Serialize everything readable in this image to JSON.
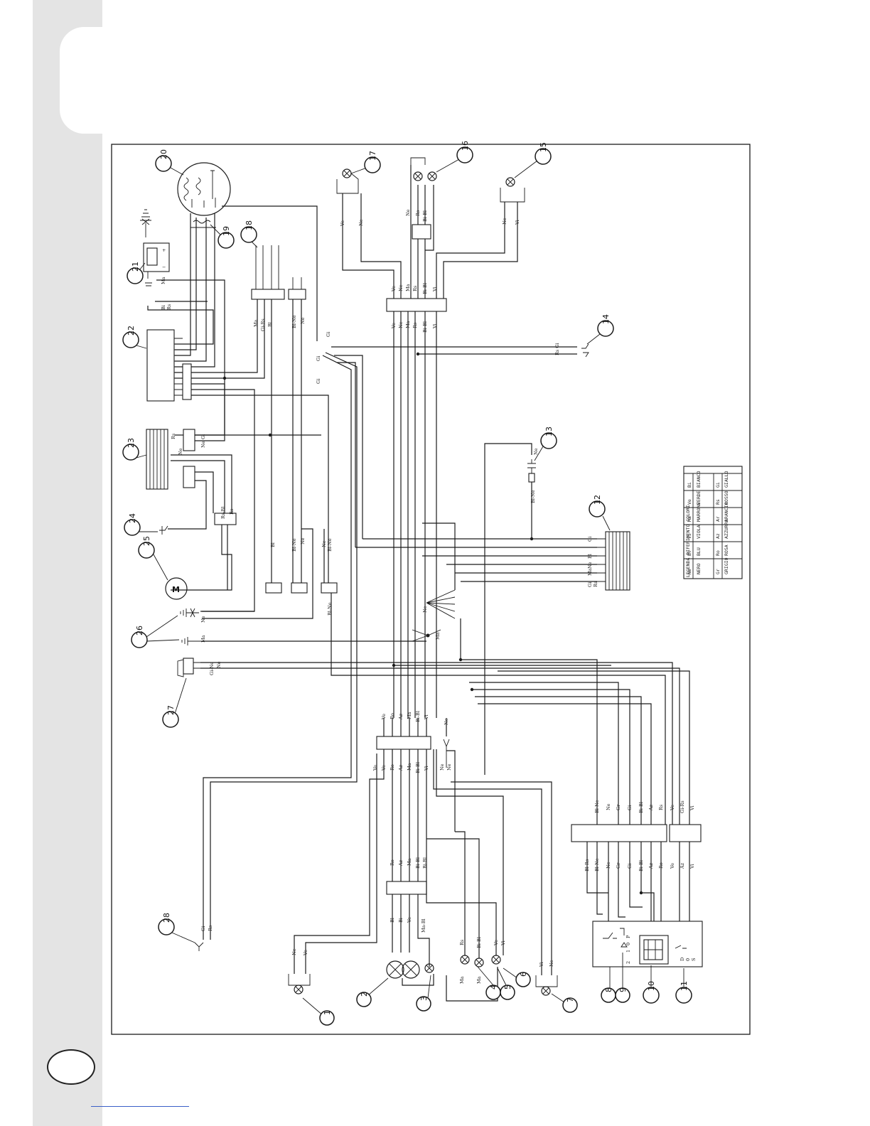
{
  "components": [
    "1",
    "2",
    "3",
    "4",
    "5",
    "6",
    "7",
    "8",
    "9",
    "10",
    "11",
    "12",
    "13",
    "14",
    "15",
    "16",
    "17",
    "18",
    "19",
    "20",
    "21",
    "22",
    "23",
    "24",
    "25",
    "26",
    "27",
    "28"
  ],
  "legend": {
    "title": "LEGENDA RIFERIMENTO COLORI",
    "rows": [
      [
        "Bi",
        "BIANCO",
        "Gi",
        "GIALLO"
      ],
      [
        "Ve",
        "VERDE",
        "Rs",
        "ROSSO"
      ],
      [
        "Ma",
        "MARRONE",
        "Ar",
        "ARANCIO"
      ],
      [
        "Vi",
        "VIOLA",
        "Az",
        "AZZURRO"
      ],
      [
        "Bl",
        "BLU",
        "Ro",
        "ROSA"
      ],
      [
        "Ne",
        "NERO",
        "Gr",
        "GRIGIO"
      ]
    ]
  },
  "labels": {
    "gi": "Gi",
    "ne": "Ne",
    "ma": "Ma",
    "bi": "Bi",
    "rs": "Rs",
    "ve": "Ve",
    "vi": "Vi",
    "az": "Az",
    "ro": "Ro",
    "gr": "Gr",
    "bl": "Bl",
    "bibl": "Bi-Bl",
    "blne": "Bl-Ne",
    "bibl2": "Bl-Bl",
    "girs": "Gi-Rs",
    "rsbl": "Rs-Bl",
    "mabl": "Ma-Bl",
    "blrs": "Bl-Rs",
    "ginero": "Gi-Ne",
    "rsgi": "Rs Gi"
  },
  "motor_label": "M",
  "switch_positions": [
    "2",
    "1",
    "0",
    "P"
  ],
  "ignition_positions": [
    "D",
    "0",
    "S"
  ]
}
